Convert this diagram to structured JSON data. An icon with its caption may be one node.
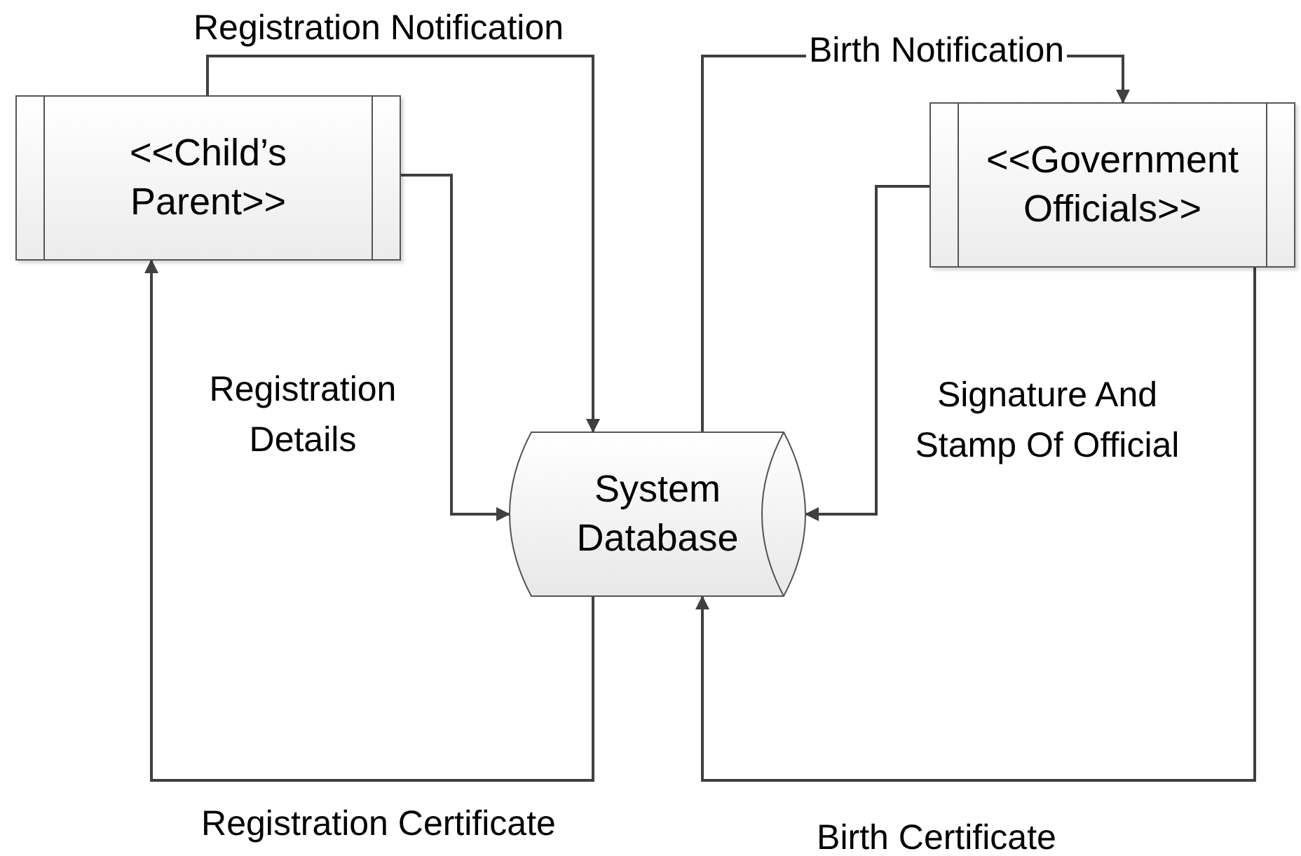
{
  "diagram": {
    "nodes": [
      {
        "text": [
          "<<Child’s Parent>>"
        ]
      },
      {
        "text": [
          "<<Government Officials>>"
        ]
      },
      {
        "text": [
          "System Database"
        ]
      }
    ],
    "edges": [
      {
        "from": 0,
        "to": 2,
        "arrow": "to",
        "label": "Registration Notification"
      },
      {
        "from": 0,
        "to": 2,
        "arrow": "to",
        "label": "Registration Details"
      },
      {
        "from": 2,
        "to": 0,
        "arrow": "to",
        "label": "Registration Certificate"
      },
      {
        "from": 2,
        "to": 1,
        "arrow": "to",
        "label": "Birth Notification"
      },
      {
        "from": 1,
        "to": 2,
        "arrow": "to",
        "label": "Signature And Stamp Of Official"
      },
      {
        "from": 1,
        "to": 2,
        "arrow": "to",
        "label": "Birth Certificate"
      }
    ]
  }
}
